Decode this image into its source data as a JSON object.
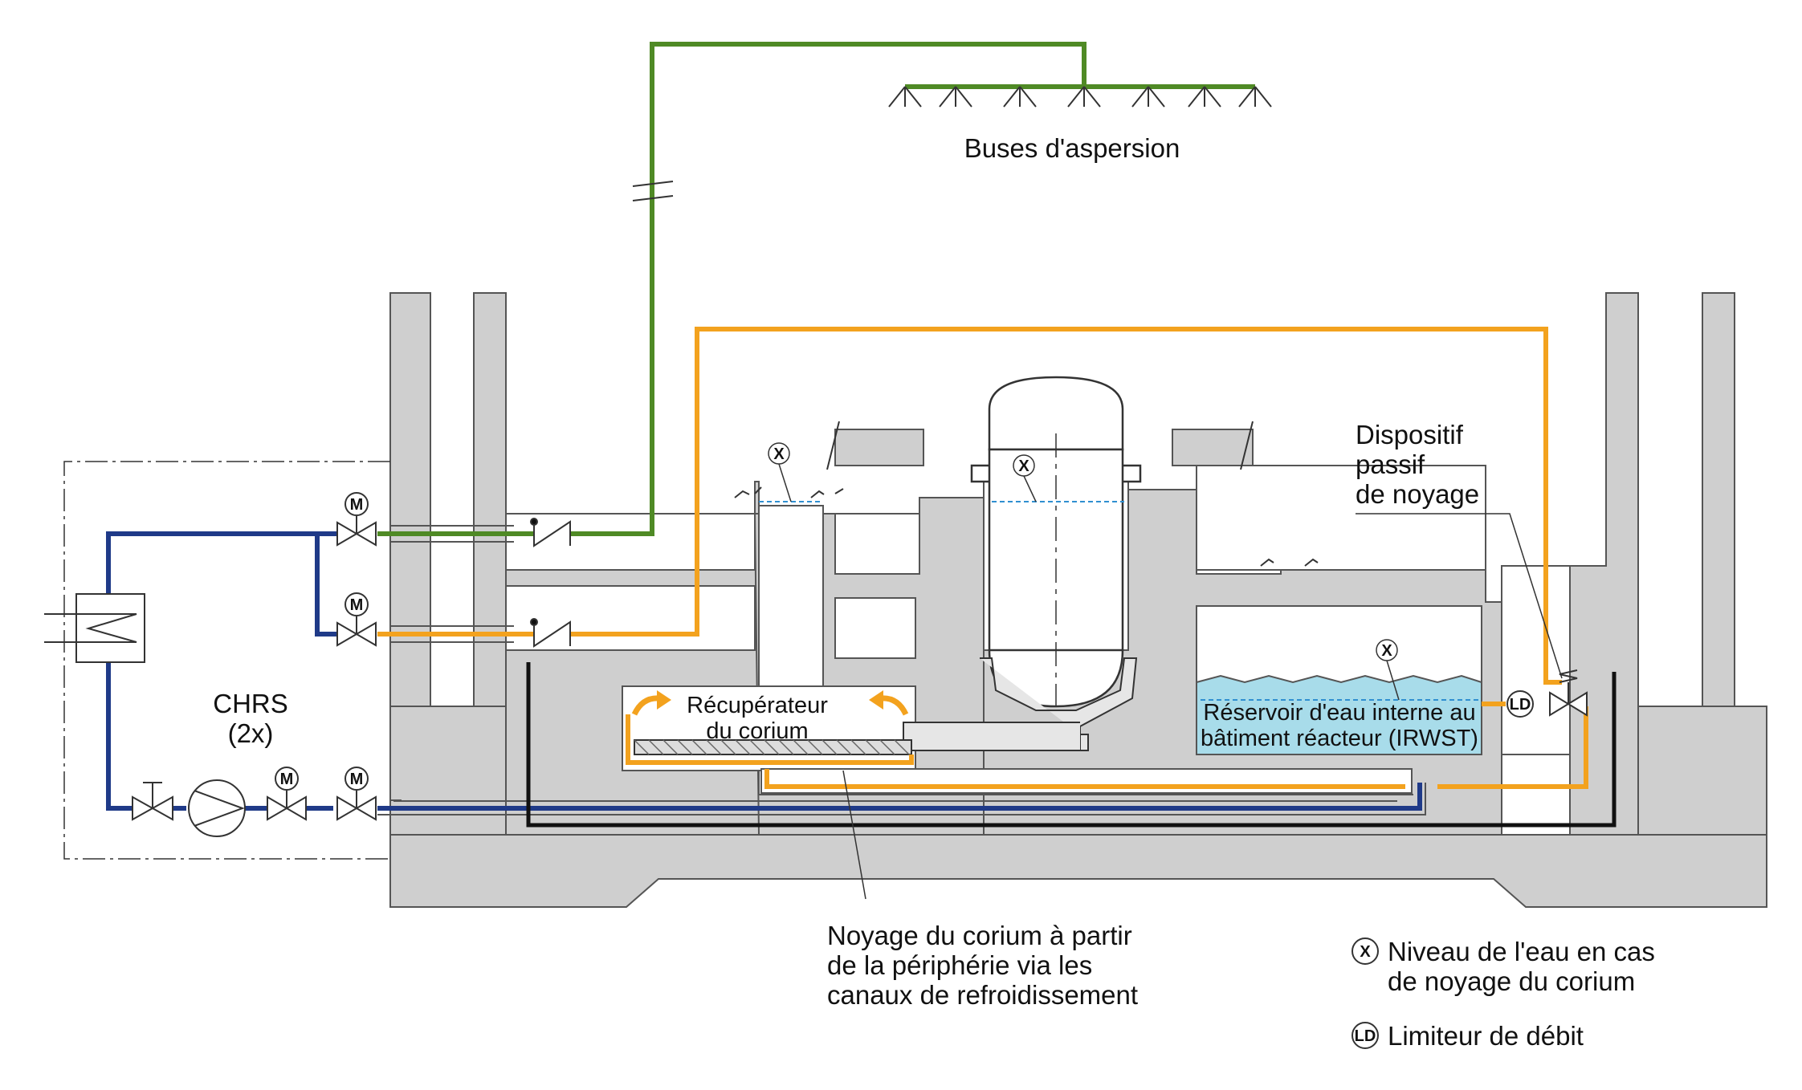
{
  "labels": {
    "spray_nozzles": "Buses d'aspersion",
    "passive_device_line1": "Dispositif",
    "passive_device_line2": "passif",
    "passive_device_line3": "de noyage",
    "chrs_line1": "CHRS",
    "chrs_line2": "(2x)",
    "catcher_line1": "Récupérateur",
    "catcher_line2": "du corium",
    "irwst_line1": "Réservoir d'eau interne au",
    "irwst_line2": "bâtiment réacteur (IRWST)",
    "flooding_line1": "Noyage du corium à partir",
    "flooding_line2": "de la périphérie via les",
    "flooding_line3": "canaux de refroidissement"
  },
  "legend": {
    "water_level": {
      "symbol": "X",
      "line1": "Niveau de l'eau en cas",
      "line2": "de noyage du corium"
    },
    "flow_limiter": {
      "symbol": "LD",
      "line1": "Limiteur de débit"
    }
  },
  "symbols": {
    "motor": "M",
    "level": "X",
    "flow_limiter": "LD"
  },
  "colors": {
    "concrete": "#cfcfcf",
    "green_line": "#4f8a25",
    "orange_line": "#f3a21e",
    "blue_line": "#1f3a88",
    "black_line": "#111111",
    "water": "#a8dcea",
    "level_line": "#2f8fd0"
  }
}
